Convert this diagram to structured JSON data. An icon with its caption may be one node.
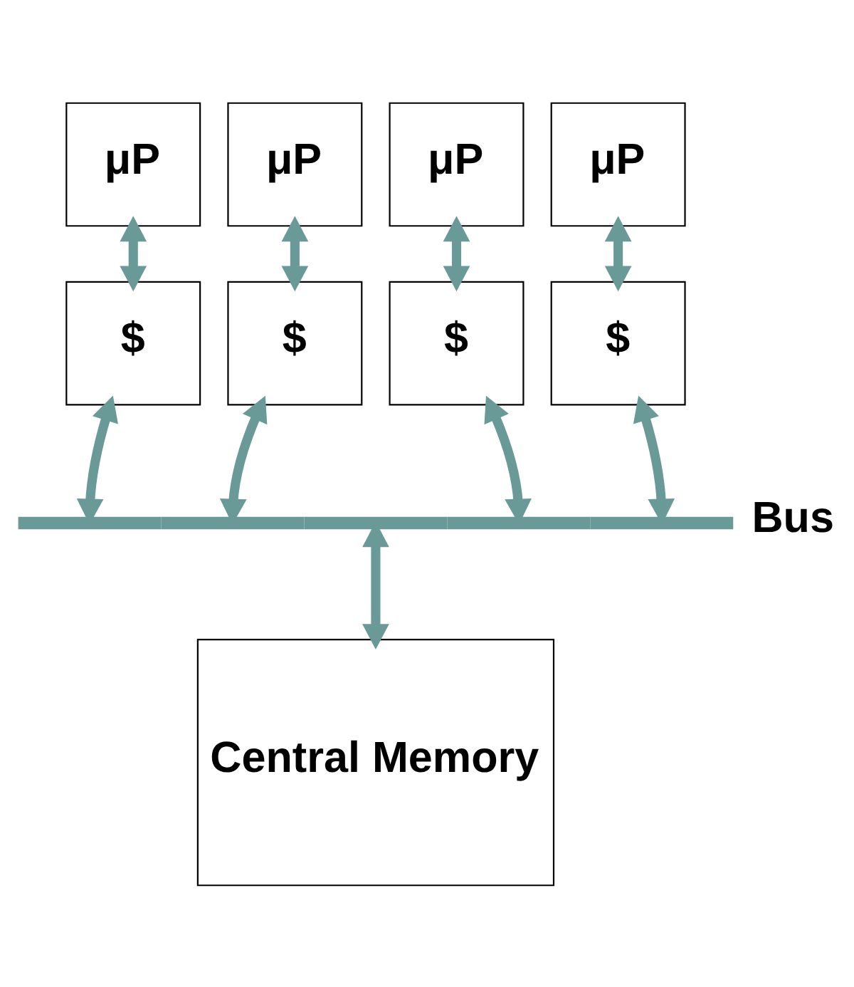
{
  "diagram": {
    "nodes": [
      {
        "text": [
          "μP"
        ]
      },
      {
        "text": [
          "μP"
        ]
      },
      {
        "text": [
          "μP"
        ]
      },
      {
        "text": [
          "μP"
        ]
      },
      {
        "text": [
          "$"
        ]
      },
      {
        "text": [
          "$"
        ]
      },
      {
        "text": [
          "$"
        ]
      },
      {
        "text": [
          "$"
        ]
      },
      {
        "text": [],
        "shape": "bar",
        "beside": [
          "Bus"
        ]
      },
      {
        "text": [
          "Central Memory"
        ]
      }
    ],
    "edges": [
      {
        "from": 0,
        "to": 4,
        "arrow": "both"
      },
      {
        "from": 1,
        "to": 5,
        "arrow": "both"
      },
      {
        "from": 2,
        "to": 6,
        "arrow": "both"
      },
      {
        "from": 3,
        "to": 7,
        "arrow": "both"
      },
      {
        "from": 4,
        "to": 8,
        "arrow": "both"
      },
      {
        "from": 5,
        "to": 8,
        "arrow": "both"
      },
      {
        "from": 6,
        "to": 8,
        "arrow": "both"
      },
      {
        "from": 7,
        "to": 8,
        "arrow": "both"
      },
      {
        "from": 8,
        "to": 9,
        "arrow": "both"
      }
    ]
  }
}
